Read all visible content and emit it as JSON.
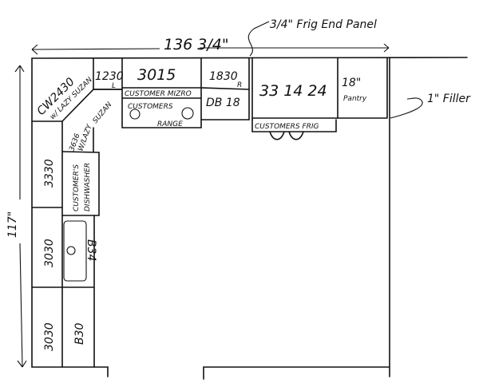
{
  "dimensions": {
    "width": "136 3/4\"",
    "height": "117\""
  },
  "annotations": {
    "end_panel": "3/4\" Frig End Panel",
    "filler": "1\" Filler"
  },
  "cabinets": {
    "corner": "CW2430",
    "corner_note": "w/ LAZY SUZAN",
    "c1230": "1230",
    "c1230_side": "L",
    "c3015": "3015",
    "micro": "CUSTOMER MIZRO",
    "range_1": "CUSTOMERS",
    "range_2": "RANGE",
    "c1830": "1830",
    "c1830_side": "R",
    "db18": "DB 18",
    "c331424": "33 14 24",
    "pantry_1": "18\"",
    "pantry_2": "Pantry",
    "frig": "CUSTOMERS FRIG",
    "base_corner_1": "3636",
    "base_corner_2": "W/LAZY",
    "base_corner_3": "SUZAN",
    "c3330": "3330",
    "dishwasher_1": "CUSTOMER'S",
    "dishwasher_2": "DISHWASHER",
    "c3030_a": "3030",
    "sink_base": "B34",
    "c3030_b": "3030",
    "b30": "B30"
  }
}
